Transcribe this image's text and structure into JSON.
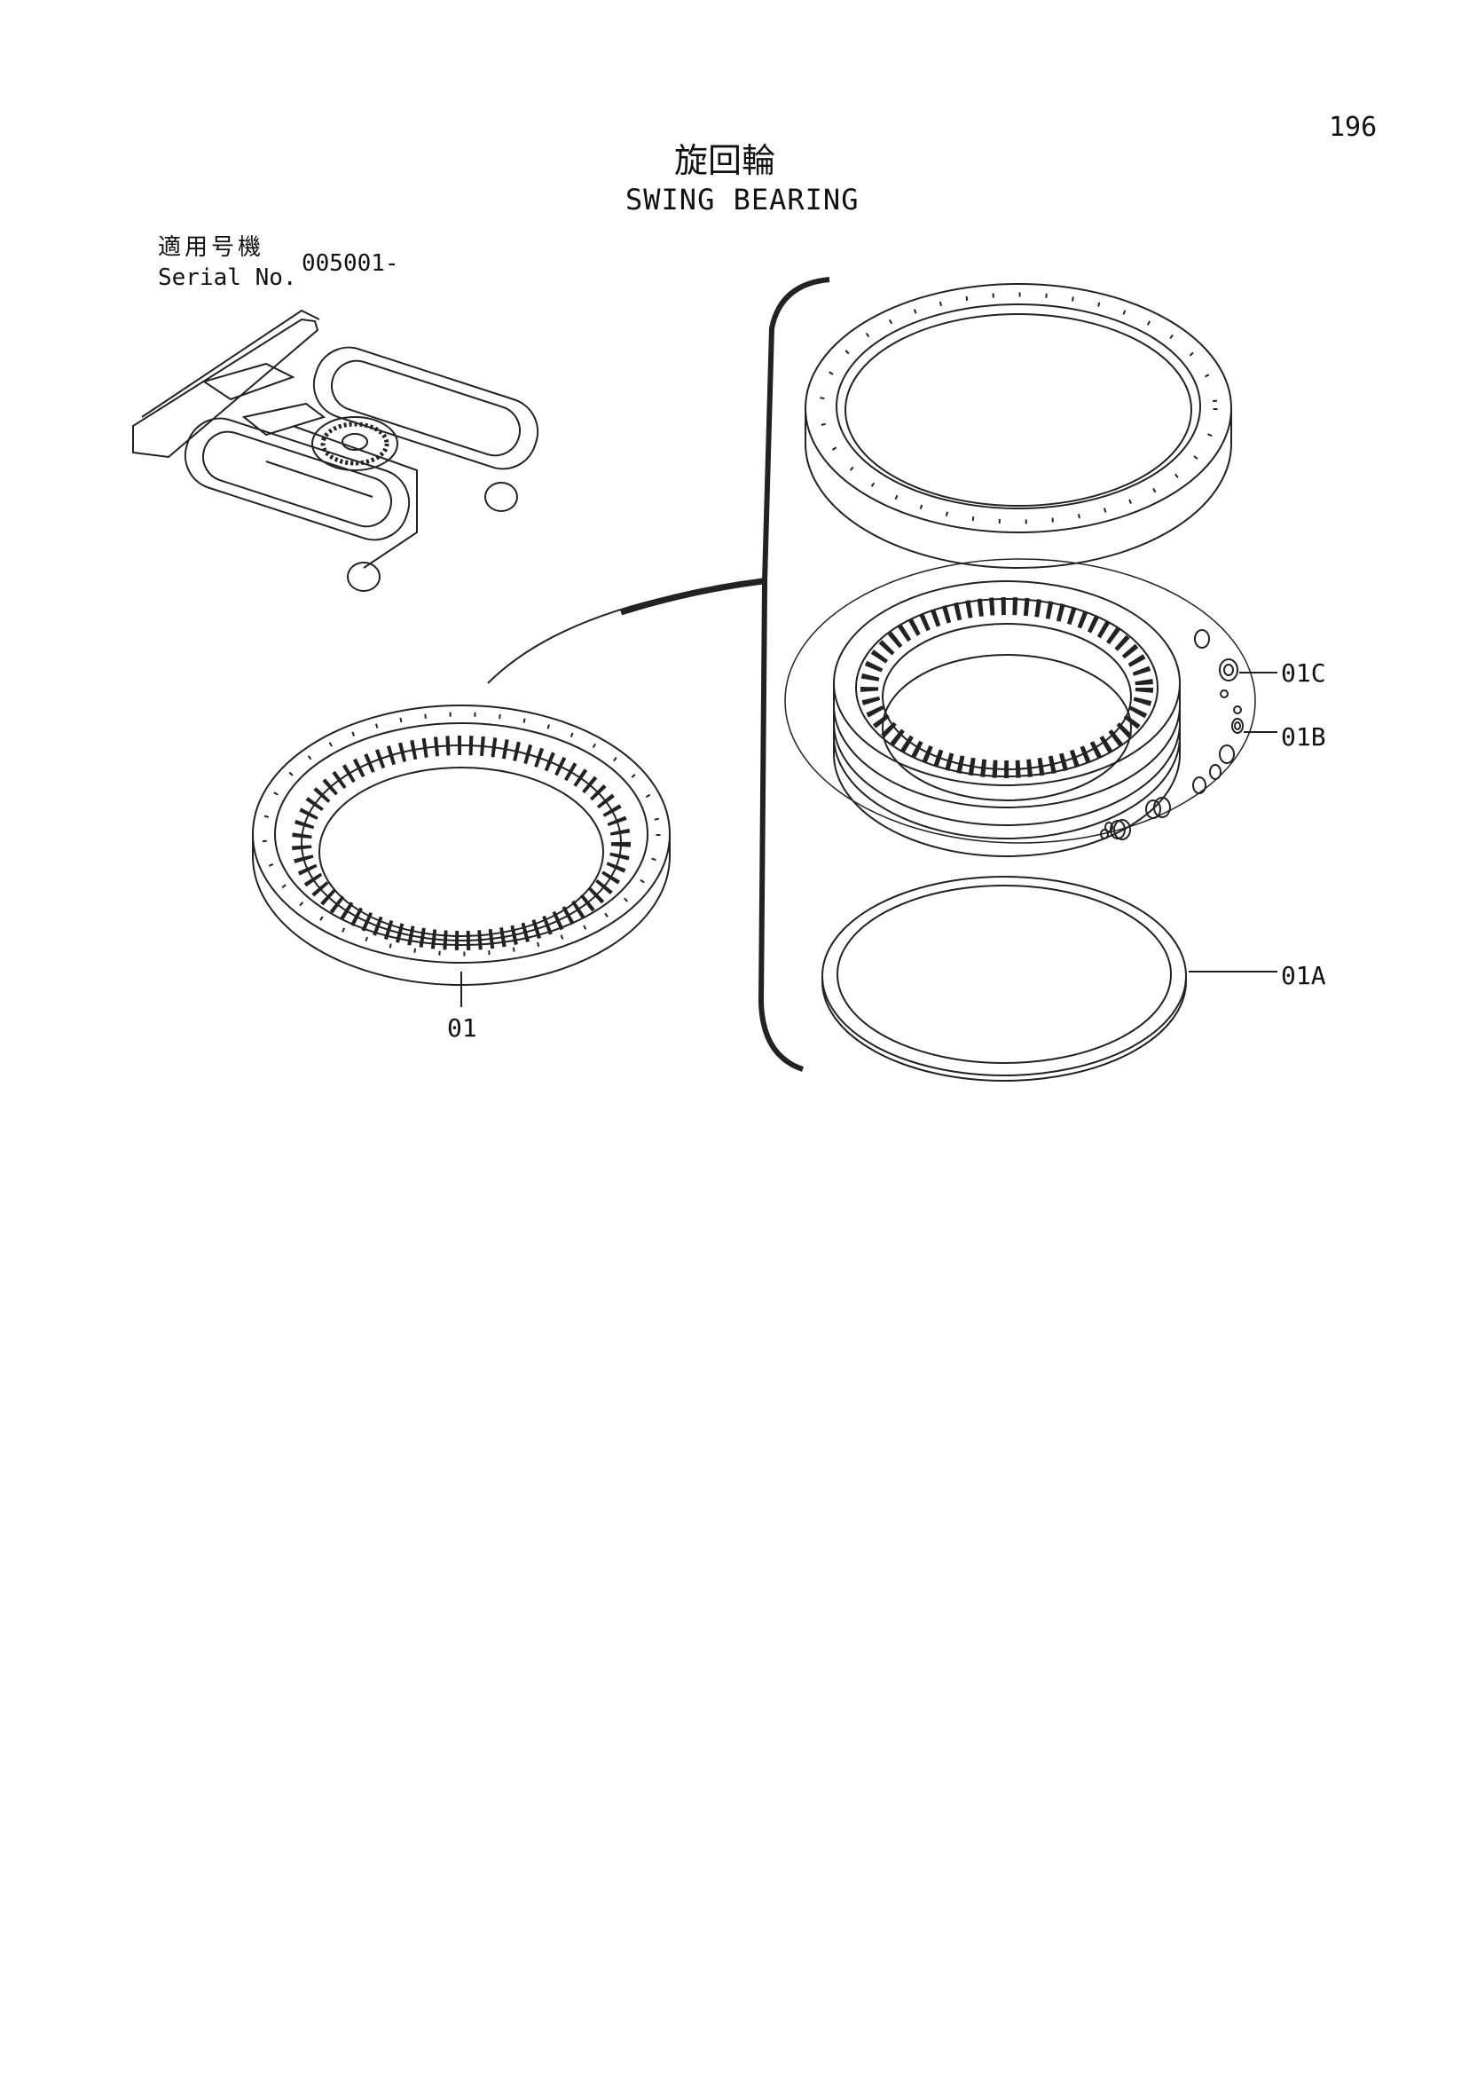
{
  "page": {
    "number": "196",
    "title_jp": "旋回輪",
    "title_en": "SWING BEARING"
  },
  "serial": {
    "label_jp": "適用号機",
    "label_en": "Serial No.",
    "value": "005001-"
  },
  "callouts": {
    "part_01": "01",
    "part_01A": "01A",
    "part_01B": "01B",
    "part_01C": "01C"
  }
}
